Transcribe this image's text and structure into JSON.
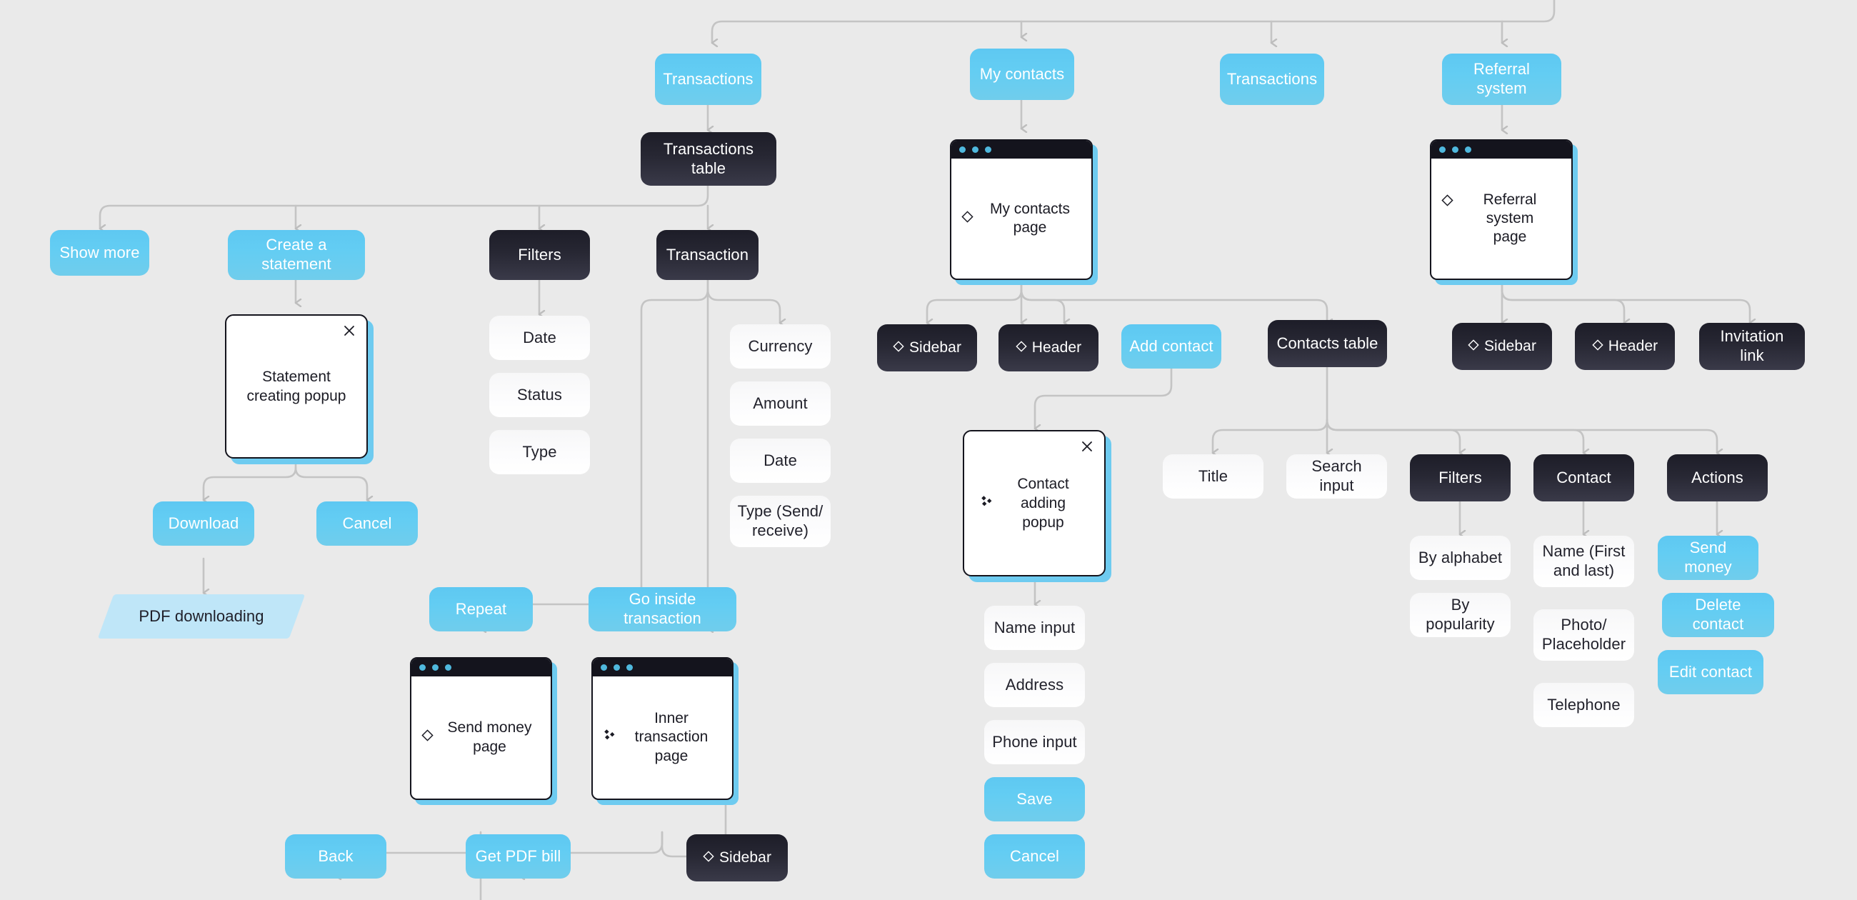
{
  "meta": {
    "title": "Banking app user flow diagram",
    "background": "#eaeaea",
    "accent_blue": "#63cdf3",
    "dark": "#272733",
    "light_card": "#fbfbfc",
    "parallelogram_fill": "#bfe6f8",
    "edge_color": "#c4c4c4"
  },
  "icons": {
    "diamond_outline": "diamond-outline-icon",
    "diamond_filled_cluster": "diamond-cluster-icon",
    "close": "close-icon",
    "window_dot": "window-dot-icon"
  },
  "top_row": {
    "items": [
      {
        "label": "Transactions"
      },
      {
        "label": "My contacts"
      },
      {
        "label": "Transactions"
      },
      {
        "label": "Referral system"
      }
    ]
  },
  "transactions_branch": {
    "table": {
      "label": "Transactions table"
    },
    "children": [
      {
        "label": "Show more"
      },
      {
        "label": "Create a statement"
      },
      {
        "label": "Filters"
      },
      {
        "label": "Transaction"
      }
    ],
    "statement_popup": {
      "label": "Statement creating popup",
      "close": "×"
    },
    "statement_actions": [
      {
        "label": "Download"
      },
      {
        "label": "Cancel"
      }
    ],
    "pdf_downloading": {
      "label": "PDF downloading"
    },
    "filters": [
      {
        "label": "Date"
      },
      {
        "label": "Status"
      },
      {
        "label": "Type"
      }
    ],
    "transaction_fields": [
      {
        "label": "Currency"
      },
      {
        "label": "Amount"
      },
      {
        "label": "Date"
      },
      {
        "label": "Type (Send/\nreceive)"
      }
    ],
    "transaction_actions": [
      {
        "label": "Repeat"
      },
      {
        "label": "Go inside transaction"
      }
    ],
    "send_money_page": {
      "label": "Send money page",
      "icon": "diamond-outline-icon"
    },
    "inner_transaction_page": {
      "label": "Inner transaction\npage",
      "icon": "diamond-cluster-icon"
    },
    "inner_actions": [
      {
        "label": "Back"
      },
      {
        "label": "Get PDF bill"
      }
    ],
    "inner_sidebar": {
      "label": "Sidebar",
      "icon": "diamond-outline-icon"
    }
  },
  "contacts_branch": {
    "page": {
      "label": "My contacts page",
      "icon": "diamond-outline-icon"
    },
    "children": [
      {
        "label": "Sidebar",
        "icon": "diamond-outline-icon",
        "style": "dark"
      },
      {
        "label": "Header",
        "icon": "diamond-outline-icon",
        "style": "dark"
      },
      {
        "label": "Add contact",
        "style": "blue"
      },
      {
        "label": "Contacts table",
        "style": "dark"
      }
    ],
    "contact_popup": {
      "label": "Contact adding\npopup",
      "icon": "diamond-cluster-icon",
      "close": "×"
    },
    "contact_form": [
      {
        "label": "Name input",
        "style": "light"
      },
      {
        "label": "Address",
        "style": "light"
      },
      {
        "label": "Phone input",
        "style": "light"
      },
      {
        "label": "Save",
        "style": "blue"
      },
      {
        "label": "Cancel",
        "style": "blue"
      }
    ],
    "table_columns": [
      {
        "label": "Title",
        "style": "light"
      },
      {
        "label": "Search input",
        "style": "light"
      },
      {
        "label": "Filters",
        "style": "dark"
      },
      {
        "label": "Contact",
        "style": "dark"
      },
      {
        "label": "Actions",
        "style": "dark"
      }
    ],
    "filter_options": [
      {
        "label": "By alphabet"
      },
      {
        "label": "By popularity"
      }
    ],
    "contact_fields": [
      {
        "label": "Name (First\nand last)"
      },
      {
        "label": "Photo/\nPlaceholder"
      },
      {
        "label": "Telephone"
      }
    ],
    "actions": [
      {
        "label": "Send money"
      },
      {
        "label": "Delete contact"
      },
      {
        "label": "Edit contact"
      }
    ]
  },
  "referral_branch": {
    "page": {
      "label": "Referral system\npage",
      "icon": "diamond-outline-icon"
    },
    "children": [
      {
        "label": "Sidebar",
        "icon": "diamond-outline-icon"
      },
      {
        "label": "Header",
        "icon": "diamond-outline-icon"
      },
      {
        "label": "Invitation link",
        "icon": null
      }
    ]
  }
}
